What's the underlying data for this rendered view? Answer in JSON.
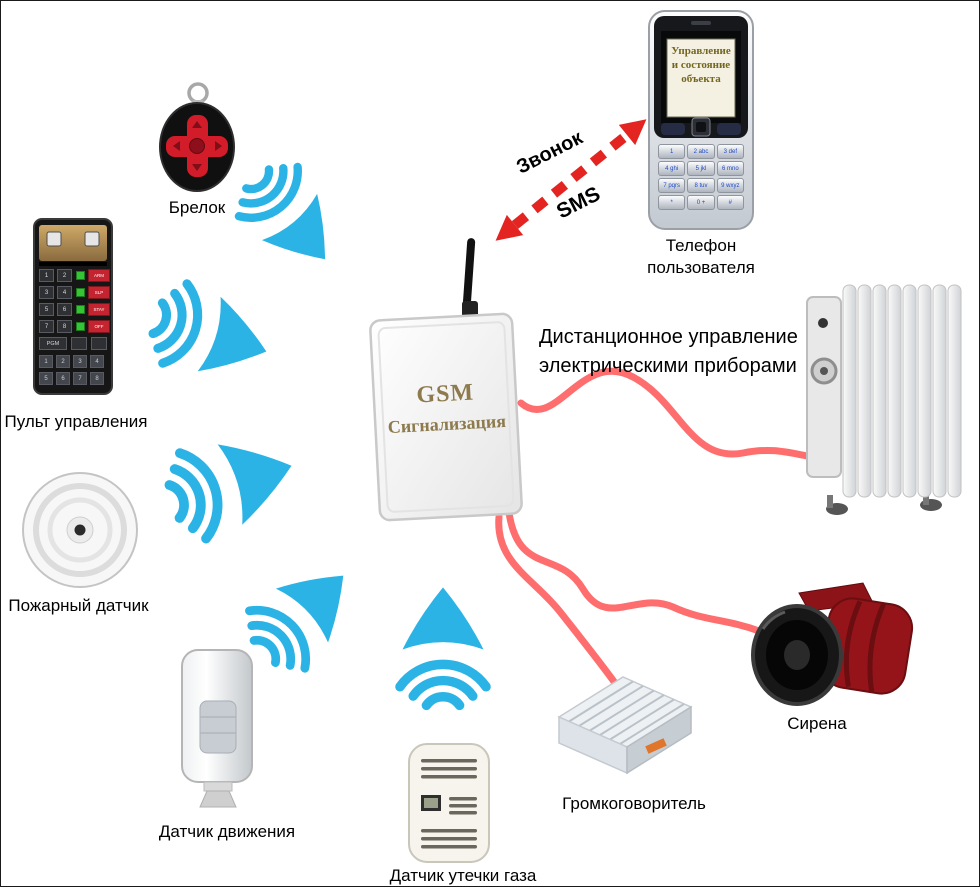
{
  "diagram": {
    "center": {
      "line1": "GSM",
      "line2": "Сигнализация"
    },
    "arrow": {
      "call": "Звонок",
      "sms": "SMS"
    },
    "colors": {
      "signal": "#2bb3e6",
      "wire": "#ff6e6e",
      "arrow": "#e32421",
      "gsm_text": "#8d7b4e"
    },
    "devices": {
      "keyfob": {
        "label": "Брелок"
      },
      "control_panel": {
        "label": "Пульт управления",
        "keys": [
          "1",
          "2",
          "3",
          "4",
          "5",
          "6",
          "7",
          "8"
        ],
        "red_keys": [
          "ARM",
          "SLP",
          "STAY",
          "OFF"
        ],
        "pgm": "PGM",
        "bottom_keys": [
          "1",
          "2",
          "3",
          "4",
          "5",
          "6",
          "7",
          "8"
        ]
      },
      "fire_sensor": {
        "label": "Пожарный датчик"
      },
      "motion_sensor": {
        "label": "Датчик движения"
      },
      "gas_sensor": {
        "label": "Датчик утечки газа"
      },
      "phone": {
        "label": "Телефон\nпользователя",
        "screen_text": "Управление\nи состояние\nобъекта",
        "keys": [
          "1",
          "2 abc",
          "3 def",
          "4 ghi",
          "5 jkl",
          "6 mno",
          "7 pqrs",
          "8 tuv",
          "9 wxyz",
          "*",
          "0 +",
          "#"
        ]
      },
      "heater": {
        "label": "Дистанционное управление\nэлектрическими приборами"
      },
      "siren": {
        "label": "Сирена"
      },
      "loudspeaker": {
        "label": "Громкоговоритель"
      }
    }
  }
}
